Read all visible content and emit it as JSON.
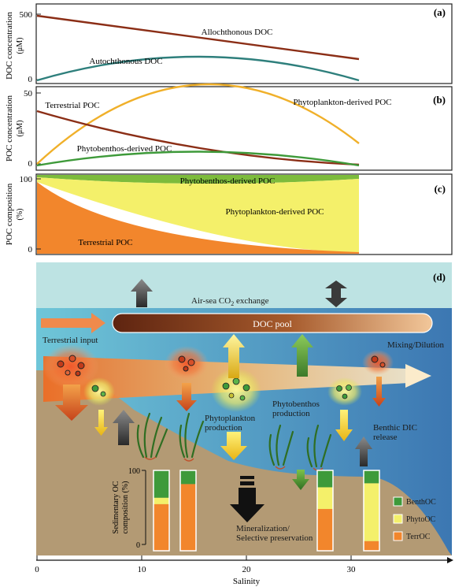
{
  "panels": {
    "a": {
      "tag": "(a)",
      "ylabel": "DOC concentration",
      "yunit": "(μM)",
      "ticks": [
        "500",
        "0"
      ],
      "curves": [
        {
          "label": "Allochthonous DOC",
          "color": "#8B2E16"
        },
        {
          "label": "Autochthonous DOC",
          "color": "#2E7F7C"
        }
      ]
    },
    "b": {
      "tag": "(b)",
      "ylabel": "POC concentration",
      "yunit": "(μM)",
      "ticks": [
        "50",
        "0"
      ],
      "curves": [
        {
          "label": "Terrestrial POC",
          "color": "#8B2E16"
        },
        {
          "label": "Phytoplankton-derived POC",
          "color": "#F0B02A"
        },
        {
          "label": "Phytobenthos-derived POC",
          "color": "#3E9A3A"
        }
      ]
    },
    "c": {
      "tag": "(c)",
      "ylabel": "POC composition",
      "yunit": "(%)",
      "ticks": [
        "100",
        "0"
      ],
      "areas": [
        {
          "label": "Phytobenthos-derived POC",
          "color": "#7DBB3C"
        },
        {
          "label": "Phytoplankton-derived POC",
          "color": "#F4F06A"
        },
        {
          "label": "Terrestrial POC",
          "color": "#F2862C"
        }
      ]
    },
    "d": {
      "tag": "(d)",
      "labels": {
        "air_sea": "Air-sea CO",
        "air_sea_sub": "2",
        "air_sea_end": " exchange",
        "doc_pool": "DOC pool",
        "terrestrial_input": "Terrestrial input",
        "mixing": "Mixing/Dilution",
        "phyto_1": "Phytoplankton",
        "phyto_2": "production",
        "benthos_1": "Phytobenthos",
        "benthos_2": "production",
        "dic_1": "Benthic DIC",
        "dic_2": "release",
        "mineral_1": "Mineralization/",
        "mineral_2": "Selective preservation",
        "sed_axis_1": "Sedimentary OC",
        "sed_axis_2": "composition (%)",
        "sed_tick_100": "100",
        "sed_tick_0": "0"
      },
      "legend": [
        {
          "label": "BenthOC",
          "color": "#3E9A3A"
        },
        {
          "label": "PhytoOC",
          "color": "#F4F06A"
        },
        {
          "label": "TerrOC",
          "color": "#F2862C"
        }
      ],
      "sediment_bars": [
        {
          "terr": 0.58,
          "phyto": 0.08,
          "benth": 0.34
        },
        {
          "terr": 0.83,
          "phyto": 0.0,
          "benth": 0.17
        },
        {
          "terr": 0.52,
          "phyto": 0.27,
          "benth": 0.21
        },
        {
          "terr": 0.12,
          "phyto": 0.72,
          "benth": 0.16
        }
      ]
    }
  },
  "xaxis": {
    "title": "Salinity",
    "ticks": [
      "0",
      "10",
      "20",
      "30"
    ]
  }
}
